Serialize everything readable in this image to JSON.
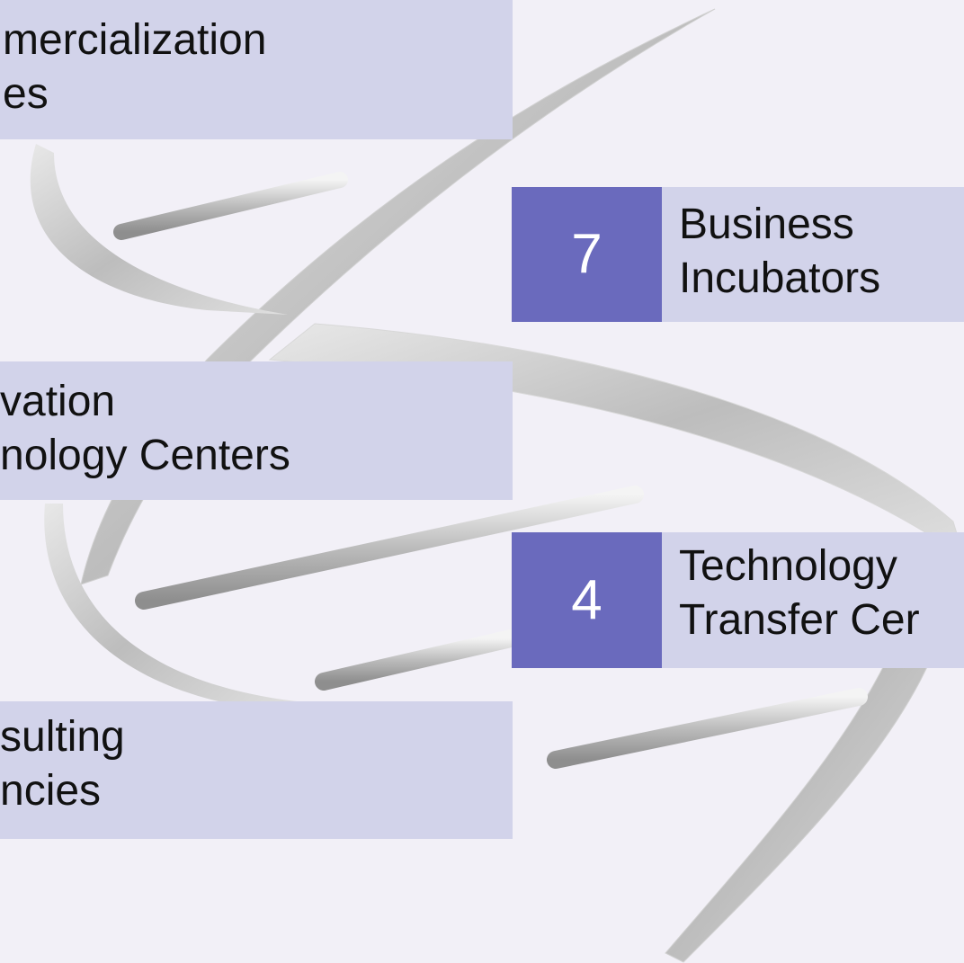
{
  "boxes": [
    {
      "lines": [
        "mercialization",
        "es"
      ]
    },
    {
      "number": "7",
      "lines": [
        "Business",
        "Incubators"
      ]
    },
    {
      "lines": [
        "vation",
        "nology Centers"
      ]
    },
    {
      "number": "4",
      "lines": [
        "Technology",
        "Transfer Cer"
      ]
    },
    {
      "lines": [
        "sulting",
        "ncies"
      ]
    }
  ],
  "colors": {
    "background": "#f2f0f7",
    "box_fill": "#d2d3ea",
    "number_fill": "#6a6abd",
    "number_text": "#ffffff",
    "helix": "#c8c8c8"
  },
  "icons": [
    "dna-helix-graphic"
  ]
}
